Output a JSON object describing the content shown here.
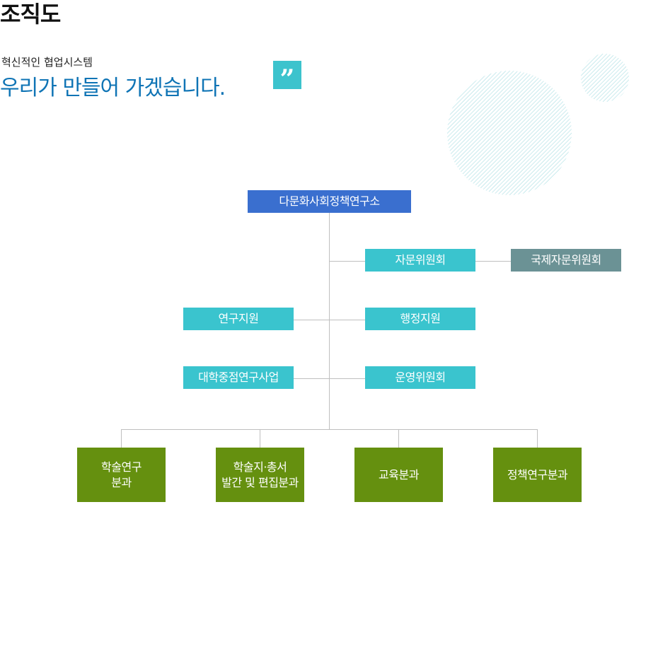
{
  "header": {
    "title": "조직도",
    "subtitle": "혁신적인 협업시스템",
    "headline": "우리가 만들어 가겠습니다.",
    "quote_glyph": "”"
  },
  "org": {
    "top": "다문화사회정책연구소",
    "advisory": "자문위원회",
    "intl_advisory": "국제자문위원회",
    "research_support": "연구지원",
    "admin_support": "행정지원",
    "univ_project": "대학중점연구사업",
    "operating_committee": "운영위원회",
    "divisions": [
      {
        "line1": "학술연구",
        "line2": "분과"
      },
      {
        "line1": "학술지·총서",
        "line2": "발간 및 편집분과"
      },
      {
        "line1": "교육분과",
        "line2": ""
      },
      {
        "line1": "정책연구분과",
        "line2": ""
      }
    ]
  },
  "colors": {
    "top_box": "#3a6fcf",
    "teal_box": "#3ac4ce",
    "gray_box": "#6b9295",
    "green_box": "#65900f",
    "headline": "#0f74b5",
    "connector": "#bfbfbf"
  }
}
